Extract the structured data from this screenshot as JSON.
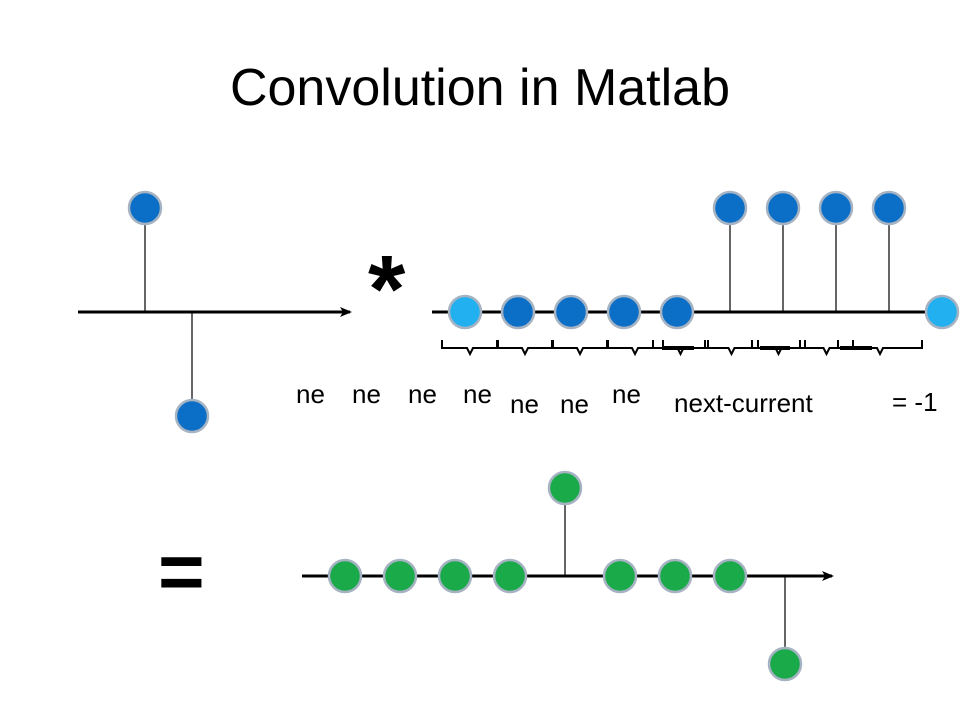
{
  "slide": {
    "title": "Convolution in Matlab",
    "operator_conv": "*",
    "operator_equals": "=",
    "brace_labels": [
      "ne",
      "ne",
      "ne",
      "ne",
      "ne",
      "ne",
      "ne"
    ],
    "main_label": "next-current",
    "result_label": "= -1"
  },
  "colors": {
    "stem_blue": "#0b6fc7",
    "endpoint_light_blue": "#22b0f0",
    "result_green": "#1aaa4a",
    "marker_outline": "#a6b3c2",
    "line": "#000000"
  },
  "signals": {
    "kernel": {
      "values": [
        1,
        -1
      ]
    },
    "input": {
      "values": [
        0,
        0,
        0,
        0,
        0,
        1,
        1,
        1,
        1,
        0
      ],
      "endpoints": [
        0,
        9
      ]
    },
    "output": {
      "values": [
        0,
        0,
        0,
        0,
        1,
        0,
        0,
        0,
        -1
      ]
    }
  }
}
